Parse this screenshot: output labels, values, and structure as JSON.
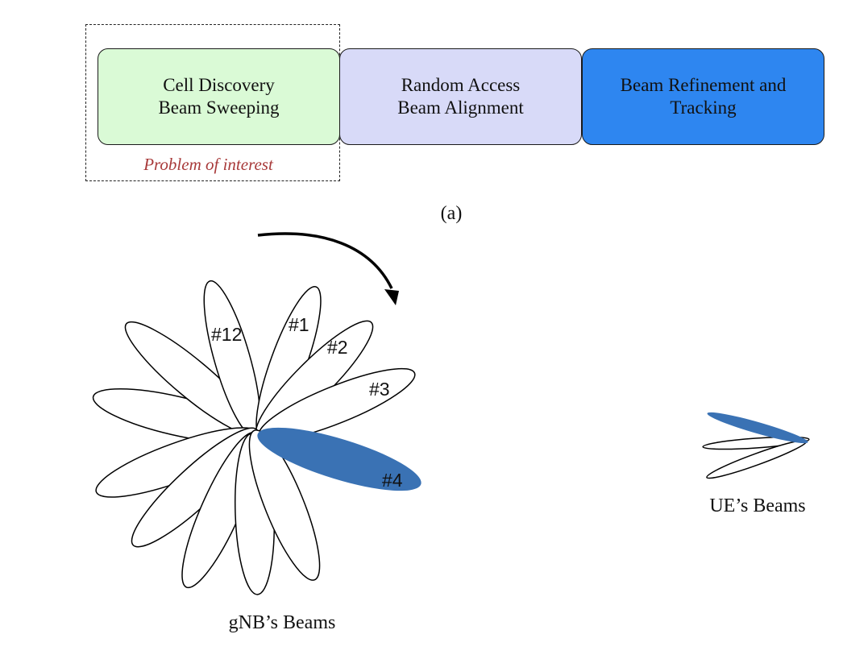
{
  "stages": [
    {
      "label": "Cell Discovery\nBeam Sweeping",
      "color": "#dafad6"
    },
    {
      "label": "Random Access\nBeam Alignment",
      "color": "#d8daf8"
    },
    {
      "label": "Beam Refinement and\nTracking",
      "color": "#2e86f0"
    }
  ],
  "problem_label": "Problem of interest",
  "subfigure_label": "(a)",
  "gnb": {
    "caption": "gNB’s Beams",
    "highlight_color": "#3a72b4",
    "beam_labels": [
      "#12",
      "#1",
      "#2",
      "#3",
      "#4"
    ]
  },
  "ue": {
    "caption": "UE’s Beams",
    "highlight_color": "#3a72b4"
  }
}
